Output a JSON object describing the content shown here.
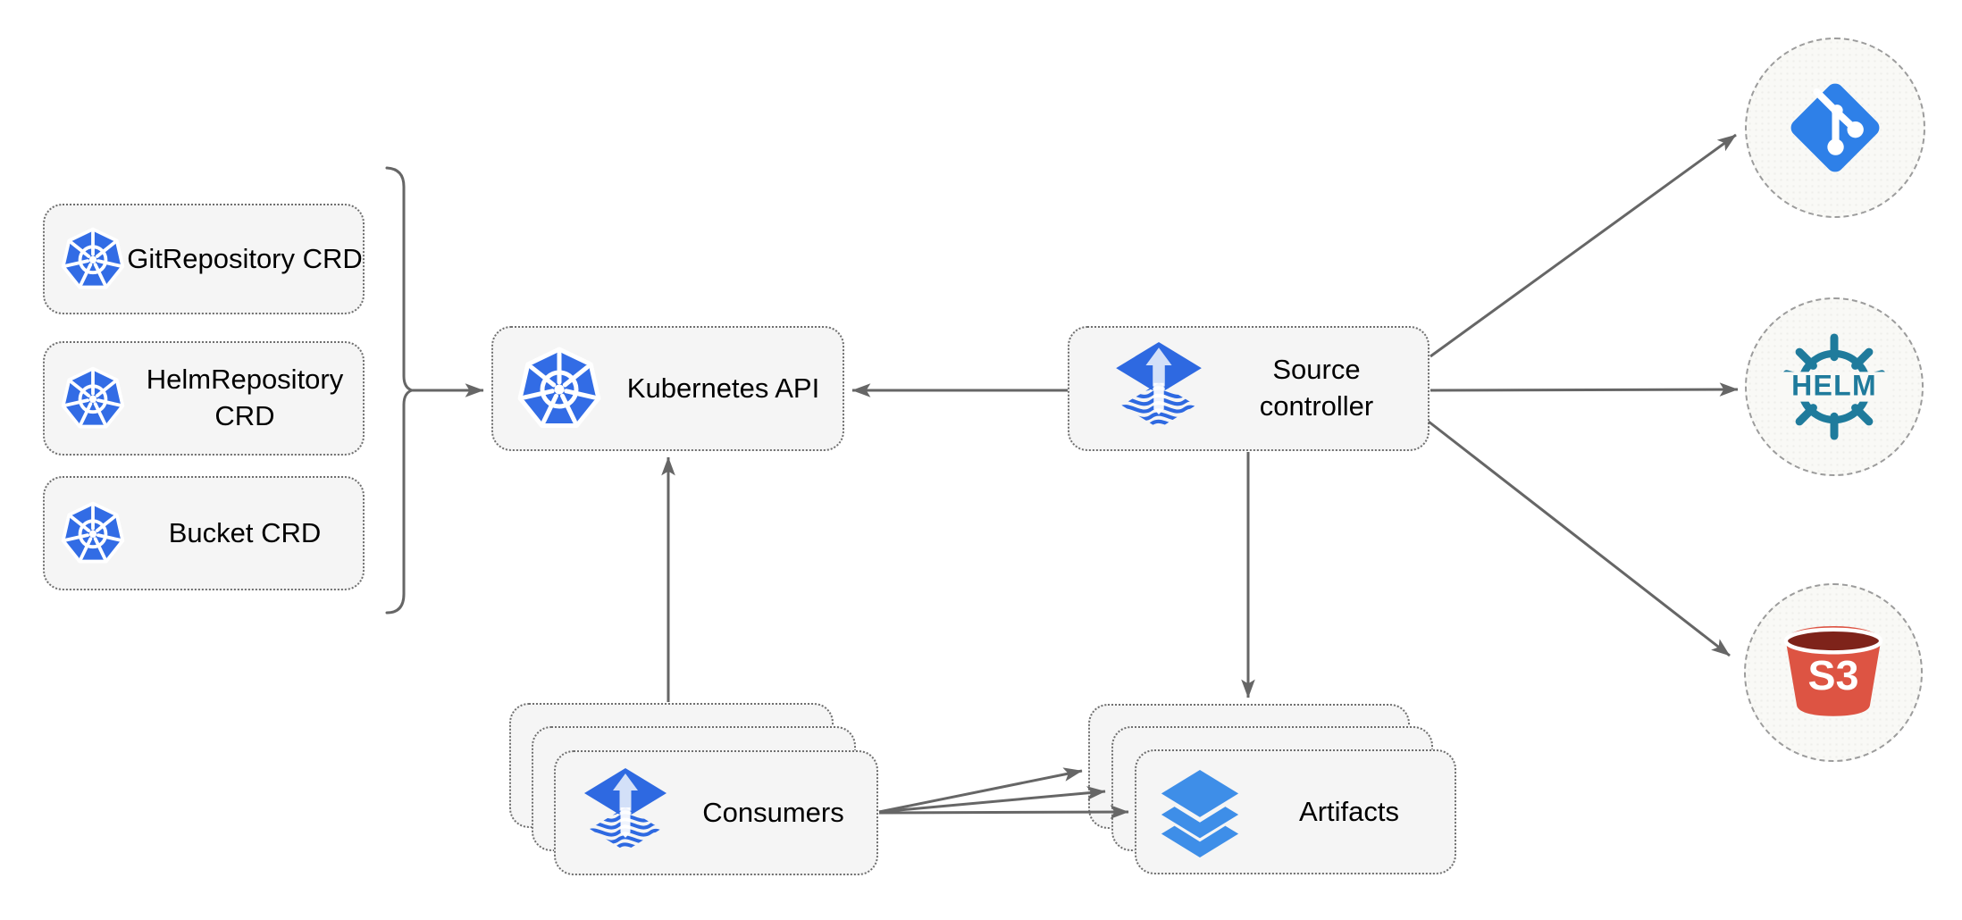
{
  "diagram_title": "flux-source-controller-architecture",
  "colors": {
    "box_fill": "#f5f5f5",
    "box_border": "#6f6f6f",
    "arrow": "#666666",
    "k8s_blue": "#326ce5",
    "flux_blue": "#2e69e1",
    "git_blue": "#2e80e8",
    "helm_teal": "#1f7b9c",
    "s3_red": "#dd5443",
    "s3_dark": "#7e231a",
    "layers_blue": "#3e8ee8",
    "circle_fill": "#f9f9f6",
    "circle_border": "#9c9c9c",
    "text": "#000000"
  },
  "nodes": {
    "crds": [
      {
        "label": "GitRepository CRD"
      },
      {
        "label": "HelmRepository CRD"
      },
      {
        "label": "Bucket CRD"
      }
    ],
    "kubernetes_api": {
      "label": "Kubernetes API"
    },
    "source_controller": {
      "label": "Source controller"
    },
    "consumers": {
      "label": "Consumers"
    },
    "artifacts": {
      "label": "Artifacts"
    },
    "endpoints": {
      "git": {
        "name": "git"
      },
      "helm": {
        "label": "HELM"
      },
      "s3": {
        "label": "S3"
      }
    }
  }
}
